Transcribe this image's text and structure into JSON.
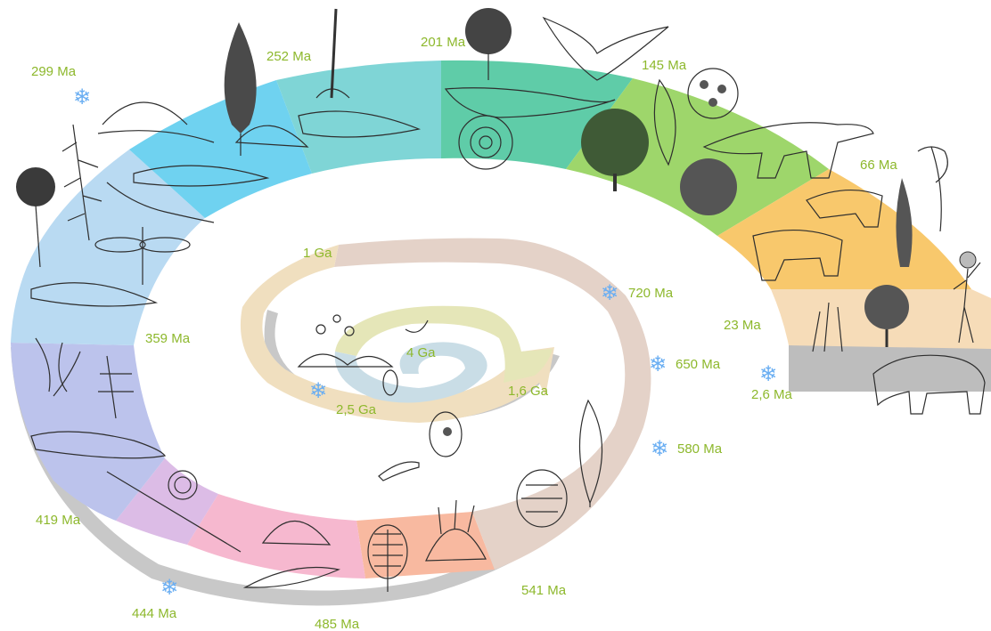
{
  "title": "",
  "time_labels": {
    "ma_299": "299 Ma",
    "ma_252": "252 Ma",
    "ma_201": "201 Ma",
    "ma_145": "145 Ma",
    "ma_66": "66 Ma",
    "ma_23": "23 Ma",
    "ma_2_6": "2,6 Ma",
    "ma_359": "359 Ma",
    "ma_419": "419 Ma",
    "ma_444": "444 Ma",
    "ma_485": "485 Ma",
    "ma_541": "541 Ma",
    "ma_580": "580 Ma",
    "ma_650": "650 Ma",
    "ma_720": "720 Ma",
    "ga_1": "1 Ga",
    "ga_1_6": "1,6 Ga",
    "ga_2_5": "2,5 Ga",
    "ga_4": "4 Ga"
  },
  "glaciation_markers": {
    "icon": "snowflake-icon",
    "glyph": "❄",
    "color": "#6aaef2",
    "at": [
      "299 Ma",
      "444 Ma",
      "580 Ma",
      "650 Ma",
      "720 Ma",
      "2,5 Ga",
      "2,6 Ma"
    ]
  },
  "period_colors": {
    "precambrian_outer": "#e4d2c8",
    "precambrian_inner": "#f0dfbf",
    "archean": "#e5e6b8",
    "hadean": "#c9dde6",
    "cambrian": "#f8b9a0",
    "ordovician": "#f6b8cf",
    "silurian": "#dcbce6",
    "devonian": "#bcc3ec",
    "carboniferous": "#b9daf2",
    "permian": "#6fd2f0",
    "triassic": "#7fd5d6",
    "jurassic": "#5fcca8",
    "cretaceous": "#9ed66b",
    "paleogene": "#f8c86c",
    "neogene_quaternary": "#f6dcb8",
    "wall": "#c8c8c8"
  },
  "illustrations": [
    "trilobite-illustration",
    "ediacaran-frond-illustration",
    "ammonite-illustration",
    "ichthyosaur-illustration",
    "dinosaur-illustration",
    "dragonfly-illustration",
    "elephant-illustration",
    "human-illustration",
    "mammal-illustration",
    "tree-illustration",
    "fern-illustration",
    "fish-illustration"
  ]
}
